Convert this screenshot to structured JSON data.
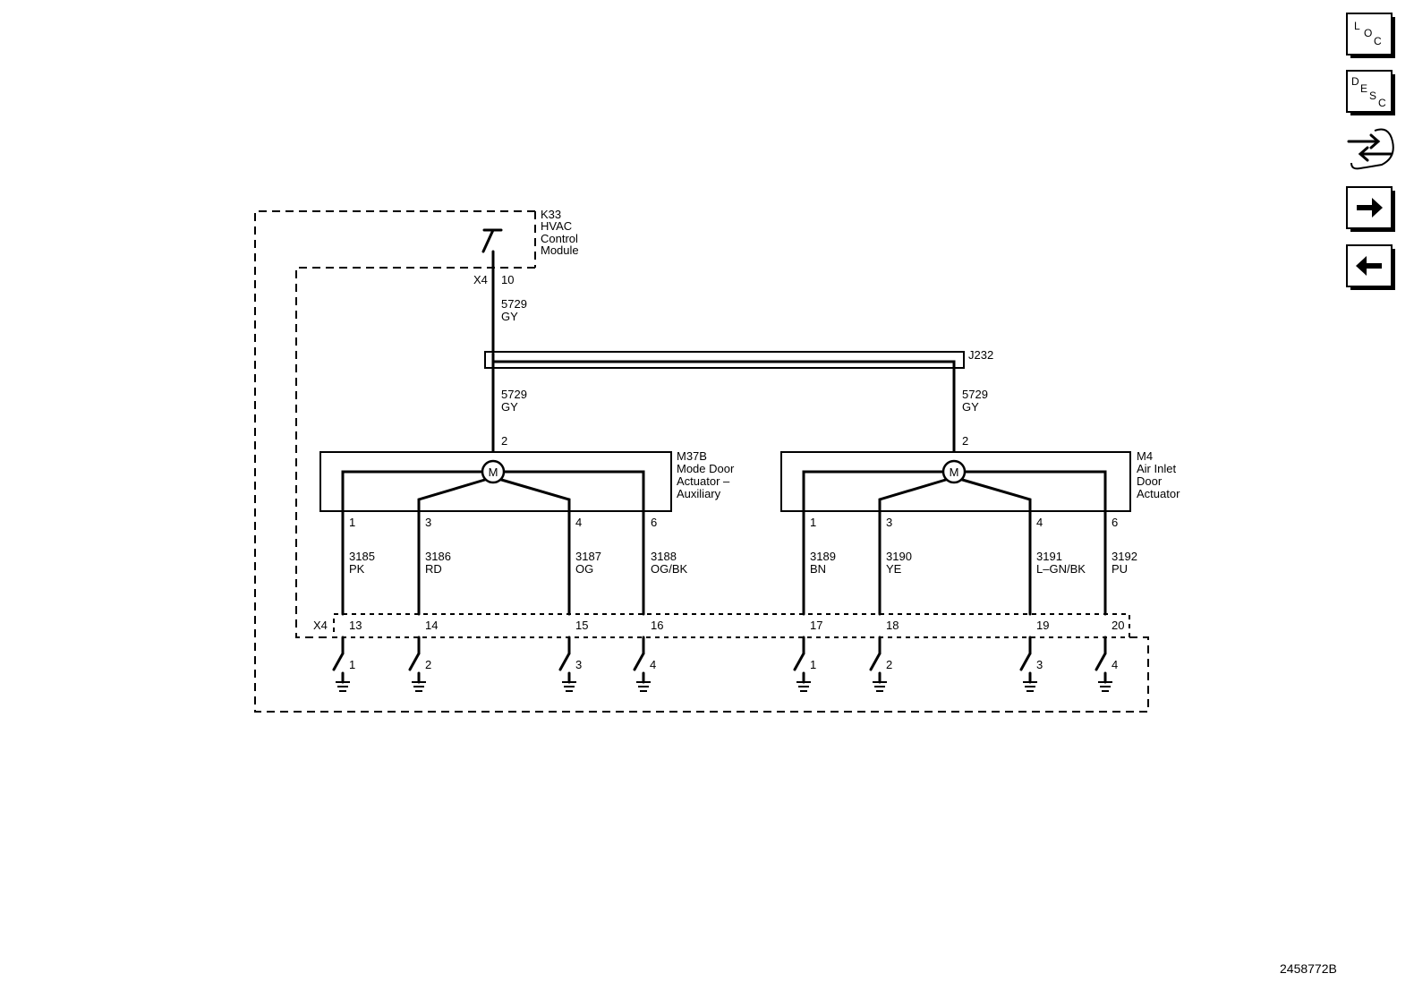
{
  "nav": {
    "loc": {
      "l1": "L",
      "l2": "O",
      "l3": "C"
    },
    "desc": {
      "l1": "D",
      "l2": "E",
      "l3": "S",
      "l4": "C"
    }
  },
  "k33": {
    "line1": "K33",
    "line2": "HVAC",
    "line3": "Control",
    "line4": "Module",
    "connector": "X4",
    "pin": "10"
  },
  "wire_top": {
    "circuit": "5729",
    "color": "GY"
  },
  "splice": {
    "label": "J232"
  },
  "m37b": {
    "line1": "M37B",
    "line2": "Mode Door",
    "line3": "Actuator –",
    "line4": "Auxiliary",
    "feed_circuit": "5729",
    "feed_color": "GY",
    "feed_pin": "2",
    "motor": "M",
    "pins": [
      "1",
      "3",
      "4",
      "6"
    ],
    "circuits": [
      "3185",
      "3186",
      "3187",
      "3188"
    ],
    "colors": [
      "PK",
      "RD",
      "OG",
      "OG/BK"
    ],
    "x4_pins": [
      "13",
      "14",
      "15",
      "16"
    ],
    "switches": [
      "1",
      "2",
      "3",
      "4"
    ]
  },
  "m4": {
    "line1": "M4",
    "line2": "Air Inlet",
    "line3": "Door",
    "line4": "Actuator",
    "feed_circuit": "5729",
    "feed_color": "GY",
    "feed_pin": "2",
    "motor": "M",
    "pins": [
      "1",
      "3",
      "4",
      "6"
    ],
    "circuits": [
      "3189",
      "3190",
      "3191",
      "3192"
    ],
    "colors": [
      "BN",
      "YE",
      "L–GN/BK",
      "PU"
    ],
    "x4_pins": [
      "17",
      "18",
      "19",
      "20"
    ],
    "switches": [
      "1",
      "2",
      "3",
      "4"
    ]
  },
  "x4_bottom": "X4",
  "figure_id": "2458772B"
}
